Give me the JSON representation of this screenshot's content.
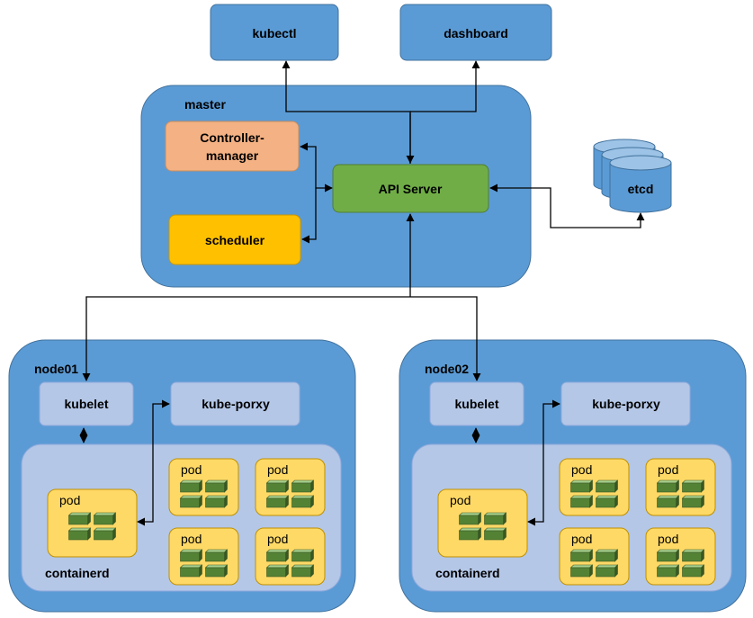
{
  "clients": {
    "kubectl": "kubectl",
    "dashboard": "dashboard"
  },
  "master": {
    "label": "master",
    "controller_manager": [
      "Controller-",
      "manager"
    ],
    "scheduler": "scheduler",
    "api_server": "API Server"
  },
  "etcd": "etcd",
  "nodes": [
    {
      "label": "node01",
      "kubelet": "kubelet",
      "proxy": "kube-porxy",
      "runtime": "containerd"
    },
    {
      "label": "node02",
      "kubelet": "kubelet",
      "proxy": "kube-porxy",
      "runtime": "containerd"
    }
  ],
  "pod_label": "pod",
  "colors": {
    "blue": "#5b9bd5",
    "node_inner": "#b4c7e7",
    "controller": "#f4b183",
    "scheduler": "#ffc000",
    "api": "#70ad47",
    "pod": "#ffd966",
    "cube": "#548235"
  }
}
